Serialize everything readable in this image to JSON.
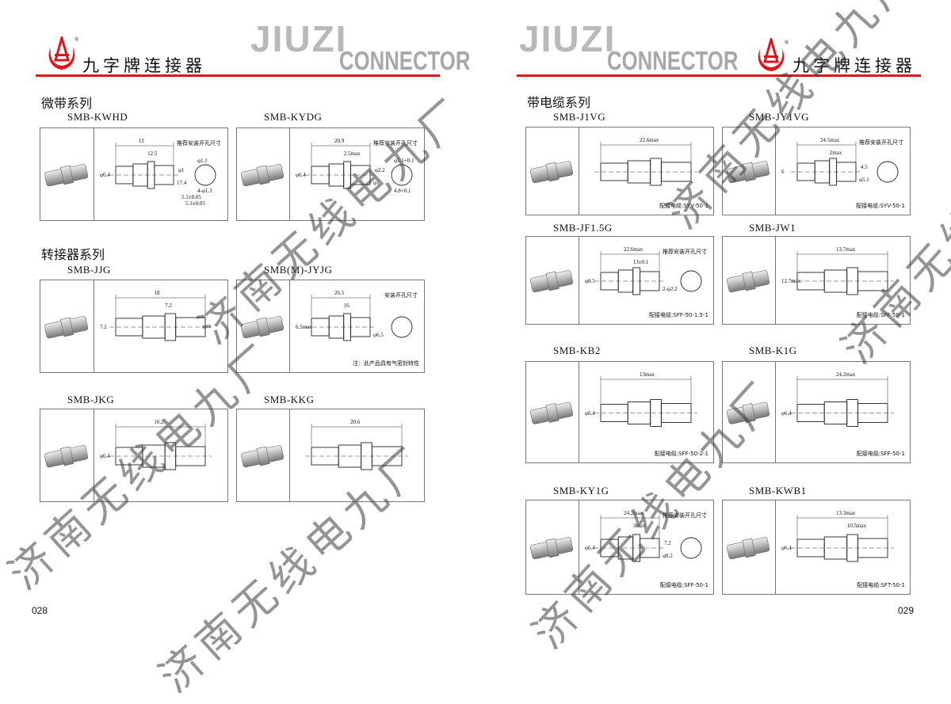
{
  "brand": {
    "name_cn": "九字牌连接器",
    "jiuzi": "JIUZI",
    "connector": "CONNECTOR",
    "registered_mark": "®"
  },
  "colors": {
    "accent_red": "#e0141b",
    "logo_gray": "#b9b9b9"
  },
  "watermark": "济南无线电九厂",
  "left_page": {
    "page_number": "028",
    "sections": [
      {
        "title": "微带系列",
        "items": [
          {
            "model": "SMB-KWHD",
            "dims": [
              "13",
              "φ6.4",
              "12.5",
              "17.4",
              "φ1",
              "φ1.1",
              "4-φ1.3",
              "5.1±0.05",
              "5.1±0.05"
            ],
            "hole": "推荐安装开孔尺寸",
            "note": ""
          },
          {
            "model": "SMB-KYDG",
            "dims": [
              "20.9",
              "φ6.4",
              "2.5max",
              "φ1",
              "φ2.2",
              "φ5.1+0.1",
              "4.8+0.1"
            ],
            "hole": "推荐安装开孔尺寸",
            "note": ""
          }
        ]
      },
      {
        "title": "转接器系列",
        "items": [
          {
            "model": "SMB-JJG",
            "dims": [
              "18",
              "7.2",
              "7.2"
            ],
            "hole": "",
            "note": ""
          },
          {
            "model": "SMB(M)-JYJG",
            "dims": [
              "26.5",
              "6.5max",
              "16",
              "φ6.5"
            ],
            "hole": "安装开孔尺寸",
            "note": "注：此产品具有气密封特性"
          },
          {
            "model": "SMB-JKG",
            "dims": [
              "16.2",
              "φ6.4"
            ],
            "hole": "",
            "note": ""
          },
          {
            "model": "SMB-KKG",
            "dims": [
              "20.6"
            ],
            "hole": "",
            "note": ""
          }
        ]
      }
    ]
  },
  "right_page": {
    "page_number": "029",
    "sections": [
      {
        "title": "带电缆系列",
        "items": [
          {
            "model": "SMB-J1VG",
            "dims": [
              "22.6max"
            ],
            "hole": "",
            "note": "配接电缆:SYV-50-1"
          },
          {
            "model": "SMB-JY1VG",
            "dims": [
              "24.5max",
              "6",
              "2max",
              "φ5.1",
              "4.5"
            ],
            "hole": "推荐安装开孔尺寸",
            "note": "配接电缆:SYV-50-1"
          },
          {
            "model": "SMB-JF1.5G",
            "dims": [
              "22.6max",
              "φ8.5",
              "13±0.1",
              "2-φ2.2"
            ],
            "hole": "推荐安装开孔尺寸",
            "note": "配接电缆:SFF-50-1.5-1"
          },
          {
            "model": "SMB-JW1",
            "dims": [
              "13.7max",
              "12.7max"
            ],
            "hole": "",
            "note": "配接电缆:SFF-50-1"
          },
          {
            "model": "SMB-KB2",
            "dims": [
              "13max",
              "φ6.4"
            ],
            "hole": "",
            "note": "配接电缆:SFF-50-2-1"
          },
          {
            "model": "SMB-K1G",
            "dims": [
              "24.2max",
              "φ6.4"
            ],
            "hole": "",
            "note": "配接电缆:SFF-50-1"
          },
          {
            "model": "SMB-KY1G",
            "dims": [
              "24.2max",
              "φ6.4",
              "3max",
              "φ8.2",
              "7.2"
            ],
            "hole": "推荐安装开孔尺寸",
            "note": "配接电缆:SFF-50-1"
          },
          {
            "model": "SMB-KWB1",
            "dims": [
              "13.3max",
              "φ6.4",
              "10.5max"
            ],
            "hole": "",
            "note": "配接电缆:SFT-50-1"
          }
        ]
      }
    ]
  }
}
